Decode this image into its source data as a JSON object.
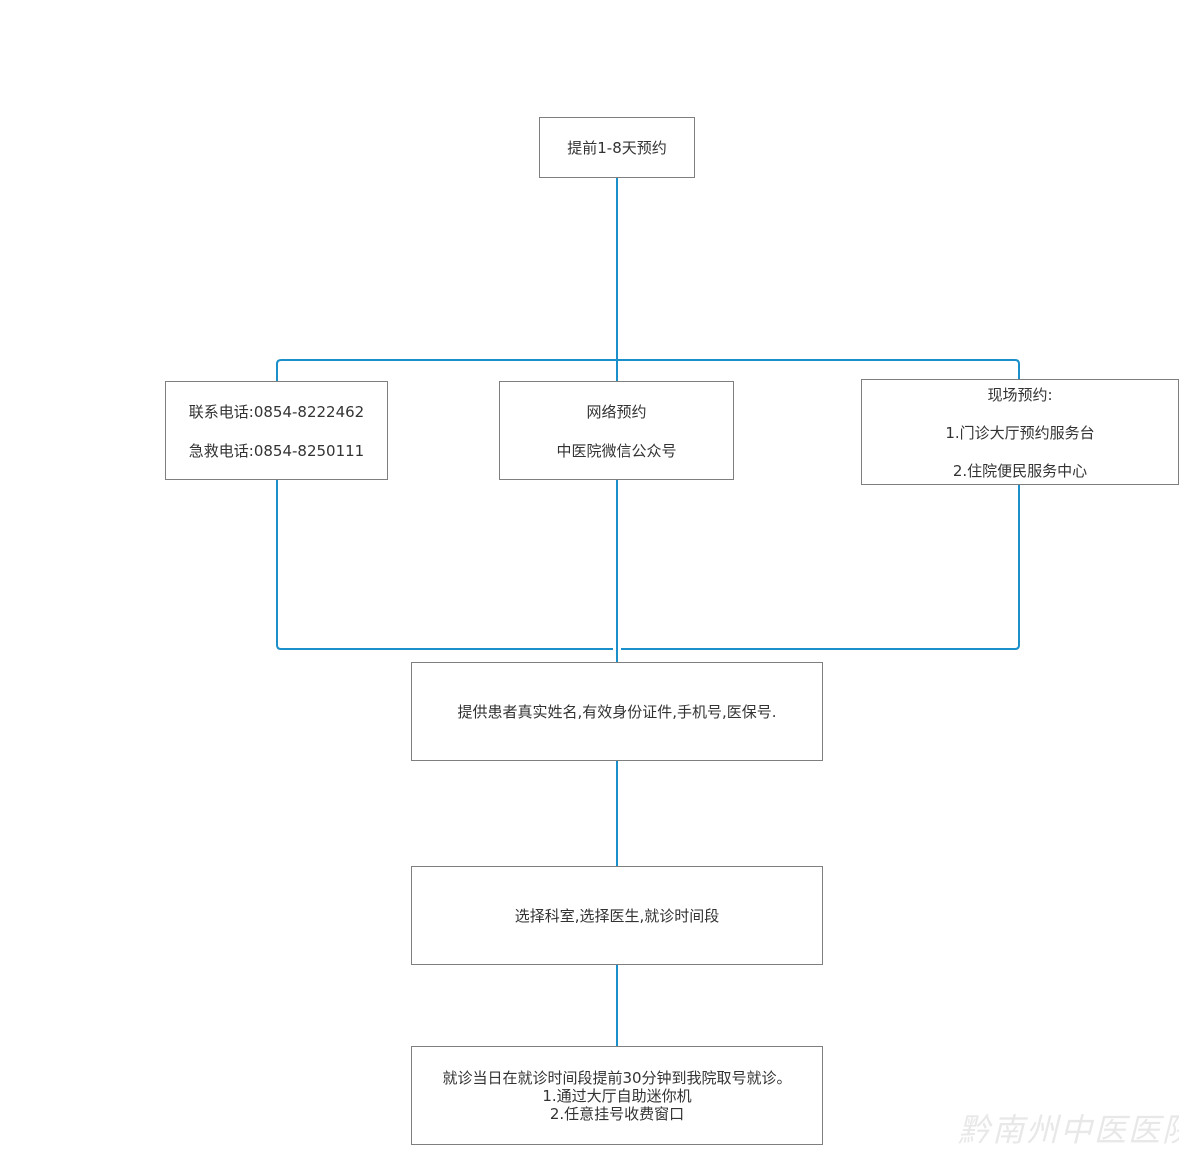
{
  "nodes": {
    "start": {
      "lines": [
        "提前1-8天预约"
      ]
    },
    "phone": {
      "lines": [
        "联系电话:0854-8222462",
        "急救电话:0854-8250111"
      ]
    },
    "online": {
      "lines": [
        "网络预约",
        "中医院微信公众号"
      ]
    },
    "onsite": {
      "lines": [
        "现场预约:",
        "1.门诊大厅预约服务台",
        "2.住院便民服务中心"
      ]
    },
    "info": {
      "lines": [
        "提供患者真实姓名,有效身份证件,手机号,医保号."
      ]
    },
    "choose": {
      "lines": [
        "选择科室,选择医生,就诊时间段"
      ]
    },
    "visit": {
      "lines": [
        "就诊当日在就诊时间段提前30分钟到我院取号就诊。",
        "1.通过大厅自助迷你机",
        "2.任意挂号收费窗口"
      ]
    }
  },
  "edges": [
    {
      "from": "start",
      "to": "phone"
    },
    {
      "from": "start",
      "to": "online"
    },
    {
      "from": "start",
      "to": "onsite"
    },
    {
      "from": "phone",
      "to": "info"
    },
    {
      "from": "online",
      "to": "info"
    },
    {
      "from": "onsite",
      "to": "info"
    },
    {
      "from": "info",
      "to": "choose"
    },
    {
      "from": "choose",
      "to": "visit"
    }
  ],
  "colors": {
    "connector": "#1a8fc9",
    "border": "#7f7f7f",
    "text": "#333333",
    "watermark": "#e8e8e8"
  },
  "watermark": "黔南州中医医院"
}
